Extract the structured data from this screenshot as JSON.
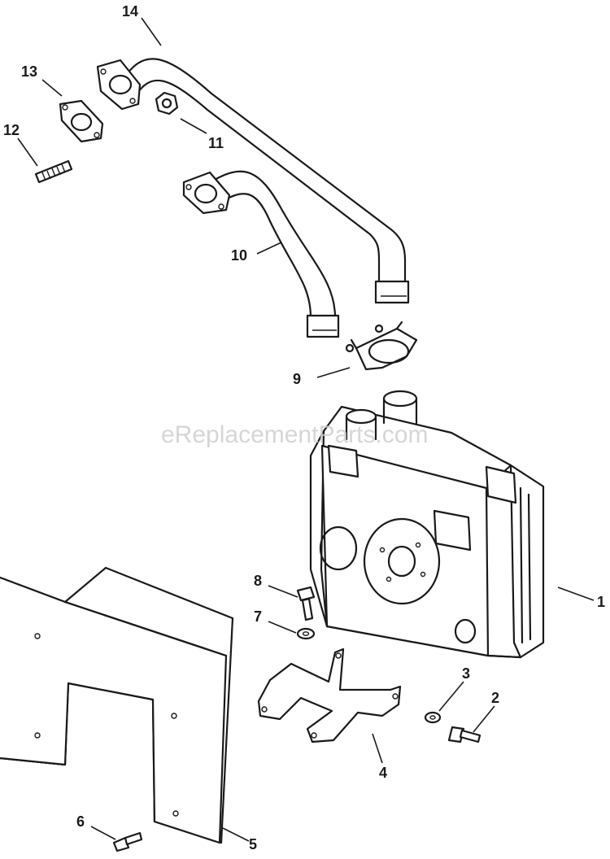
{
  "watermark": "eReplacementParts.com",
  "callouts": [
    {
      "id": "1",
      "label": "1"
    },
    {
      "id": "2",
      "label": "2"
    },
    {
      "id": "3",
      "label": "3"
    },
    {
      "id": "4",
      "label": "4"
    },
    {
      "id": "5",
      "label": "5"
    },
    {
      "id": "6",
      "label": "6"
    },
    {
      "id": "7",
      "label": "7"
    },
    {
      "id": "8",
      "label": "8"
    },
    {
      "id": "9",
      "label": "9"
    },
    {
      "id": "10",
      "label": "10"
    },
    {
      "id": "11",
      "label": "11"
    },
    {
      "id": "12",
      "label": "12"
    },
    {
      "id": "13",
      "label": "13"
    },
    {
      "id": "14",
      "label": "14"
    }
  ]
}
